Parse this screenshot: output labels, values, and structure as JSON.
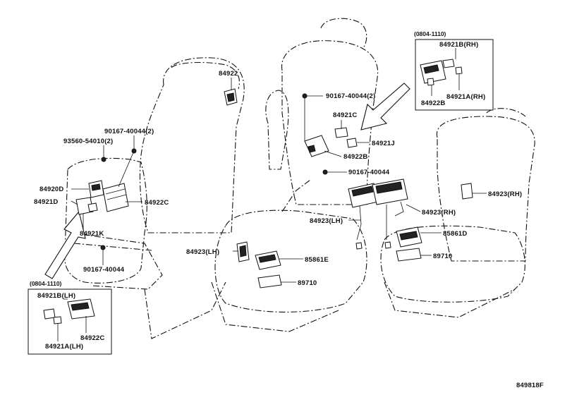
{
  "inset_right": {
    "range": "(0804-1110)",
    "labels": [
      "84921B(RH)",
      "84921A(RH)",
      "84922B"
    ]
  },
  "inset_left": {
    "range": "(0804-1110)",
    "labels": [
      "84921B(LH)",
      "84922C",
      "84921A(LH)"
    ]
  },
  "callouts": {
    "p84922": "84922",
    "p90167_2_top": "90167-40044(2)",
    "p84921C": "84921C",
    "p84921J": "84921J",
    "p84922B": "84922B",
    "p90167_mid": "90167-40044",
    "p90167_2_left": "90167-40044(2)",
    "p93560": "93560-54010(2)",
    "p84920D": "84920D",
    "p84921D": "84921D",
    "p84922C": "84922C",
    "p84921K": "84921K",
    "p90167_bottom": "90167-40044",
    "p84923_rh_right": "84923(RH)",
    "p84923_rh_mid": "84923(RH)",
    "p84923_lh_mid": "84923(LH)",
    "p85861D": "85861D",
    "p84923_lh_low": "84923(LH)",
    "p85861E": "85861E",
    "p89710_right": "89710",
    "p89710_left": "89710"
  },
  "drawing_id": "849818F"
}
